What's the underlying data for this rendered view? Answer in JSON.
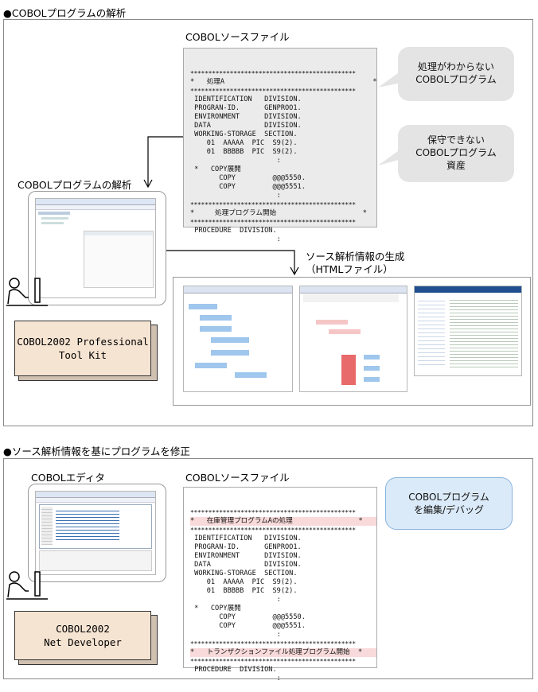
{
  "section1": {
    "title": "●COBOLプログラムの解析",
    "source_label": "COBOLソースファイル",
    "analysis_label": "COBOLプログラムの解析",
    "generation_label_line1": "ソース解析情報の生成",
    "generation_label_line2": "（HTMLファイル）",
    "bubble1_line1": "処理がわからない",
    "bubble1_line2": "COBOLプログラム",
    "bubble2_line1": "保守できない",
    "bubble2_line2": "COBOLプログラム",
    "bubble2_line3": "資産",
    "product_line1": "COBOL2002 Professional",
    "product_line2": "Tool Kit",
    "source_lines": [
      "**********************************************",
      "*   処理A                                    *",
      "**********************************************",
      " IDENTIFICATION   DIVISION.",
      " PROGRAN-ID.      GENPROO1.",
      " ENVIRONMENT      DIVISION.",
      " DATA             DIVISION.",
      " WORKING-STORAGE  SECTION.",
      "    01  AAAAA  PIC  S9(2).",
      "    01  BBBBB  PIC  S9(2).",
      "                     :",
      " *   COPY展開",
      "       COPY         @@@5550.",
      "       COPY         @@@5551.",
      "                     :",
      "**********************************************",
      "*     処理プログラム開始                     *",
      "**********************************************",
      " PROCEDURE  DIVISION.",
      "                     :"
    ]
  },
  "section2": {
    "title": "●ソース解析情報を基にプログラムを修正",
    "editor_label": "COBOLエディタ",
    "source_label": "COBOLソースファイル",
    "bubble_line1": "COBOLプログラム",
    "bubble_line2": "を編集/デバッグ",
    "product_line1": "COBOL2002",
    "product_line2": "Net Developer",
    "source_lines": [
      "**********************************************",
      "*   在庫管理プログラムAの処理                *",
      "**********************************************",
      " IDENTIFICATION   DIVISION.",
      " PROGRAN-ID.      GENPROO1.",
      " ENVIRONMENT      DIVISION.",
      " DATA             DIVISION.",
      " WORKING-STORAGE  SECTION.",
      "    01  AAAAA  PIC  S9(2).",
      "    01  BBBBB  PIC  S9(2).",
      "                     :",
      " *   COPY展開",
      "       COPY         @@@5550.",
      "       COPY         @@@5551.",
      "                     :",
      "**********************************************",
      "*   トランザクションファイル処理プログラム開始  *",
      "**********************************************",
      " PROCEDURE  DIVISION.",
      "                     :"
    ],
    "highlight_rows": [
      1,
      16
    ]
  },
  "colors": {
    "bubble_gray": "#e4e4e4",
    "bubble_blue": "#dbeaf8",
    "product_box": "#f6e4d2",
    "source_bg_1": "#ebebeb",
    "highlight": "#f8dada"
  }
}
